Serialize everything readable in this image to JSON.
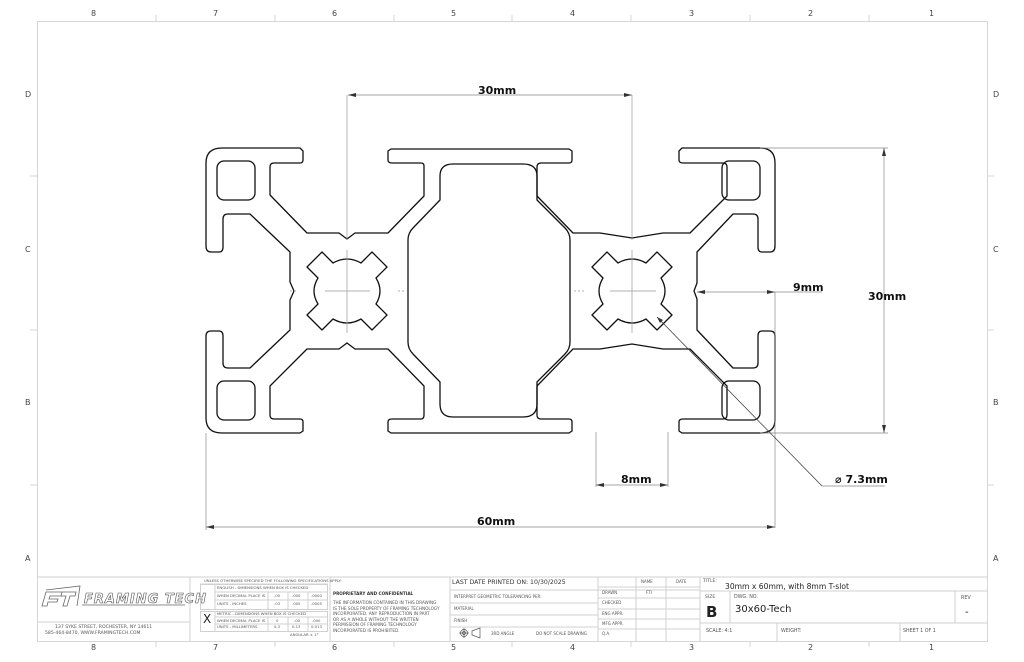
{
  "sheet": {
    "column_labels_top": [
      "8",
      "7",
      "6",
      "5",
      "4",
      "3",
      "2",
      "1"
    ],
    "column_labels_bottom": [
      "8",
      "7",
      "6",
      "5",
      "4",
      "3",
      "2",
      "1"
    ],
    "row_labels_left": [
      "D",
      "C",
      "B",
      "A"
    ],
    "row_labels_right": [
      "D",
      "C",
      "B",
      "A"
    ]
  },
  "drawing": {
    "subject": "30x60 aluminum T-slot extrusion profile cross-section",
    "dimensions": {
      "top_center_distance": "30mm",
      "right_height": "30mm",
      "slot_depth": "9mm",
      "slot_opening": "8mm",
      "overall_width": "60mm",
      "bore_diameter": "⌀ 7.3mm"
    }
  },
  "title_block": {
    "company": {
      "logo_text": "FT",
      "name": "FRAMING TECH",
      "address_line1": "137 SYKE STREET, ROCHESTER, NY 14611",
      "address_line2": "585-464-8470, WWW.FRAMINGTECH.COM"
    },
    "tolerances": {
      "header": "UNLESS OTHERWISE SPECIFIED THE FOLLOWING SPECIFICATIONS APPLY:",
      "english_header": "ENGLISH - DIMENSIONS WHEN BOX IS CHECKED",
      "english_row1": [
        "WHEN DECIMAL PLACE IS",
        ".00",
        ".000",
        ".0000"
      ],
      "english_row2": [
        "UNITS - INCHES",
        ".03",
        ".005",
        ".0005"
      ],
      "english_mark": "",
      "metric_header": "METRIC - DIMENSIONS WHEN BOX IS CHECKED",
      "metric_row1": [
        "WHEN DECIMAL PLACE IS",
        "0",
        ".00",
        ".000"
      ],
      "metric_row2": [
        "UNITS - MILLIMETERS",
        "0.3",
        "0.13",
        "0.013"
      ],
      "metric_mark": "X",
      "angular": "ANGULAR ± 1°"
    },
    "proprietary": {
      "title": "PROPRIETARY AND CONFIDENTIAL",
      "line1": "THE INFORMATION CONTAINED IN THIS DRAWING",
      "line2": "IS THE SOLE PROPERTY OF FRAMING TECHNOLOGY",
      "line3": "INCORPORATED.  ANY REPRODUCTION IN PART",
      "line4": "OR AS A WHOLE WITHOUT THE WRITTEN",
      "line5": "PERMISSION OF FRAMING TECHNOLOGY",
      "line6": "INCORPORATED IS PROHIBITED."
    },
    "print_info": {
      "last_printed": "LAST DATE PRINTED ON: 10/30/2025",
      "tolerancing": "INTERPRET GEOMETRIC TOLERANCING PER:",
      "material": "MATERIAL",
      "finish": "FINISH",
      "projection": "3RD ANGLE",
      "no_scale": "DO NOT SCALE DRAWING"
    },
    "approvals": {
      "col_name": "NAME",
      "col_date": "DATE",
      "rows": [
        {
          "label": "DRAWN",
          "name": "FTI",
          "date": ""
        },
        {
          "label": "CHECKED",
          "name": "",
          "date": ""
        },
        {
          "label": "ENG APPR.",
          "name": "",
          "date": ""
        },
        {
          "label": "MFG APPR.",
          "name": "",
          "date": ""
        },
        {
          "label": "Q.A.",
          "name": "",
          "date": ""
        }
      ]
    },
    "title_label": "TITLE:",
    "title": "30mm x 60mm, with 8mm T-slot",
    "size_label": "SIZE",
    "size": "B",
    "dwg_no_label": "DWG.  NO.",
    "dwg_no": "30x60-Tech",
    "rev_label": "REV",
    "rev": "-",
    "scale": "SCALE: 4:1",
    "weight": "WEIGHT:",
    "sheet": "SHEET 1 OF 1"
  }
}
